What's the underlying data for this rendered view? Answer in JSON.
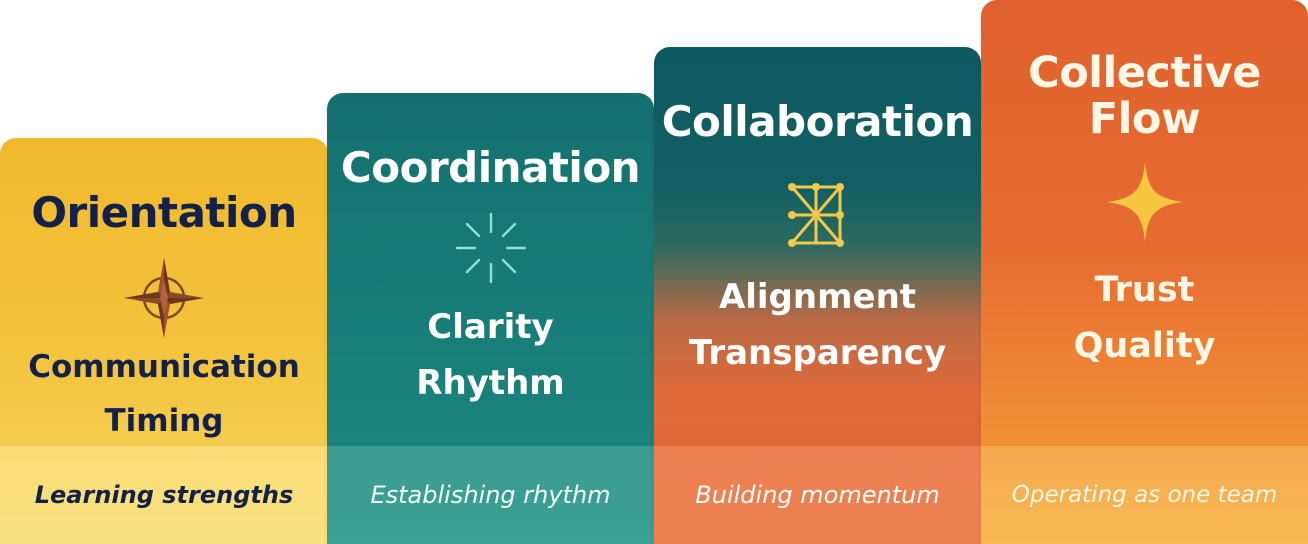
{
  "stages": [
    {
      "title": "Orientation",
      "icon": "compass-rose-icon",
      "traits": [
        "Communication",
        "Timing"
      ],
      "footer": "Learning strengths"
    },
    {
      "title": "Coordination",
      "icon": "sparkle-burst-icon",
      "traits": [
        "Clarity",
        "Rhythm"
      ],
      "footer": "Establishing rhythm"
    },
    {
      "title": "Collaboration",
      "icon": "network-icon",
      "traits": [
        "Alignment",
        "Transparency"
      ],
      "footer": "Building momentum"
    },
    {
      "title": "Collective\nFlow",
      "icon": "four-point-star-icon",
      "traits": [
        "Trust",
        "Quality"
      ],
      "footer": "Operating as one team"
    }
  ],
  "colors": {
    "orientation": "#f0b92c",
    "coordination": "#197f79",
    "collaboration_top": "#0e5a61",
    "collaboration_bottom": "#e46837",
    "collective_flow": "#e66b31",
    "dark_text": "#13214a",
    "icon_gold": "#f2c94c"
  }
}
